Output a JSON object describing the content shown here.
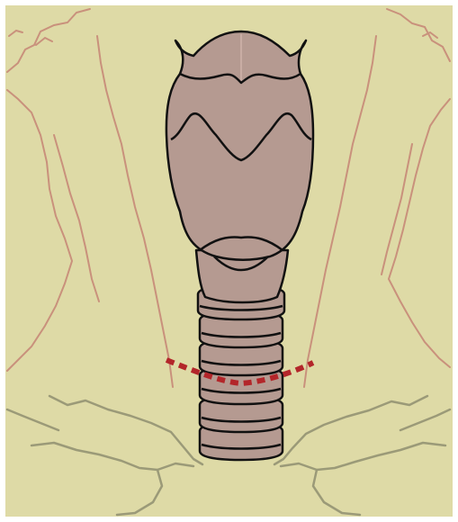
{
  "figure": {
    "background_color": "#dedaa6",
    "skin_line_color": "#c9917c",
    "bone_line_color": "#9b9a78",
    "cartilage_fill": "#b59a91",
    "outline_color": "#111111",
    "incision_color": "#b3262a",
    "parts": [
      "thyroid-cartilage",
      "cricoid-cartilage",
      "tracheal-rings",
      "clavicles",
      "sternum",
      "incision-line"
    ]
  }
}
